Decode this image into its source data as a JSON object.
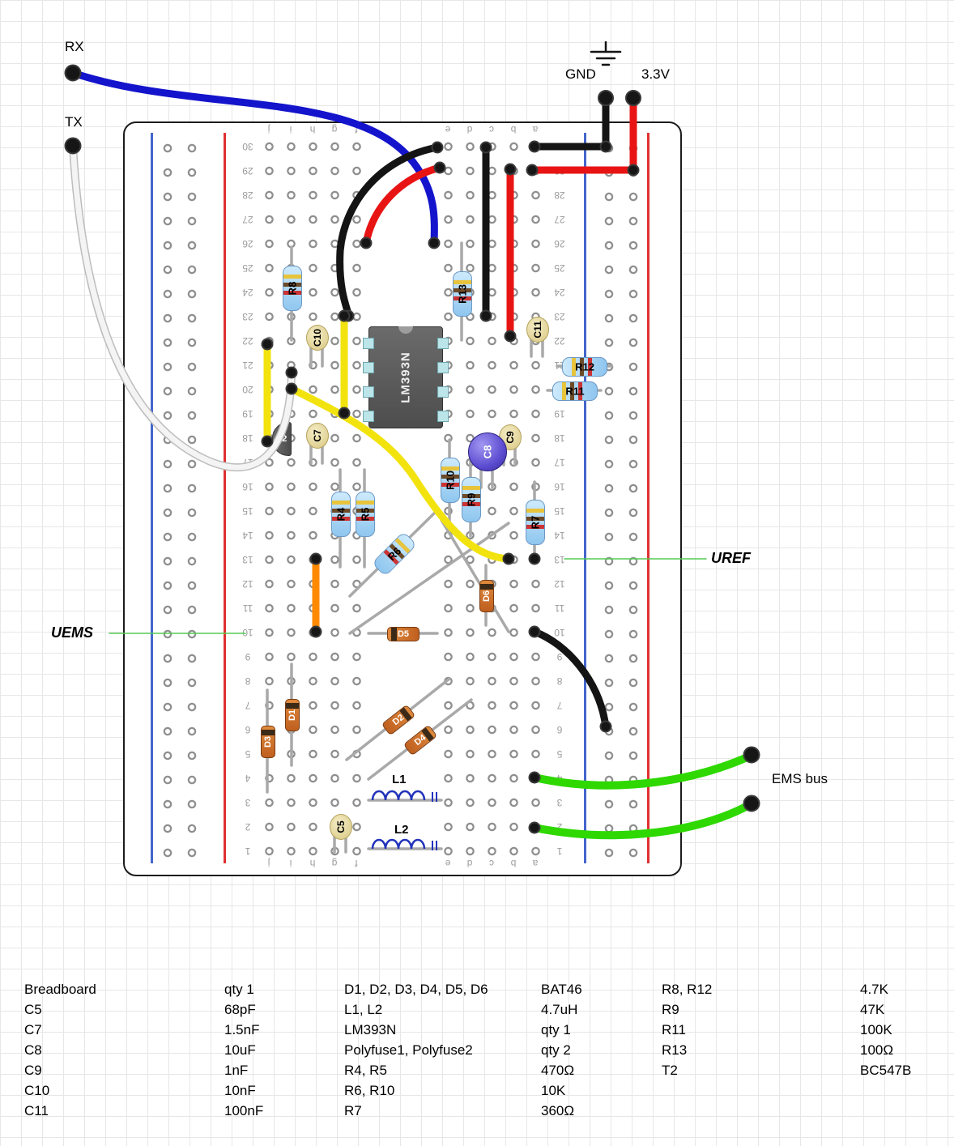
{
  "annotations": {
    "rx": "RX",
    "tx": "TX",
    "gnd": "GND",
    "v33": "3.3V",
    "uref": "UREF",
    "uems": "UEMS",
    "ems_bus": "EMS bus"
  },
  "breadboard": {
    "row_numbers": [
      "30",
      "29",
      "28",
      "27",
      "26",
      "25",
      "24",
      "23",
      "22",
      "21",
      "20",
      "19",
      "18",
      "17",
      "16",
      "15",
      "14",
      "13",
      "12",
      "11",
      "10",
      "9",
      "8",
      "7",
      "6",
      "5",
      "4",
      "3",
      "2",
      "1"
    ],
    "columns_left": [
      "j",
      "i",
      "h",
      "g",
      "f"
    ],
    "columns_right": [
      "e",
      "d",
      "c",
      "b",
      "a"
    ]
  },
  "components": {
    "ic": "LM393N",
    "t2": "T2",
    "r4": "R4",
    "r5": "R5",
    "r6": "R6",
    "r7": "R7",
    "r8": "R8",
    "r9": "R9",
    "r10": "R10",
    "r11": "R11",
    "r12": "R12",
    "r13": "R13",
    "c5": "C5",
    "c7": "C7",
    "c8": "C8",
    "c9": "C9",
    "c10": "C10",
    "c11": "C11",
    "d1": "D1",
    "d2": "D2",
    "d3": "D3",
    "d4": "D4",
    "d5": "D5",
    "d6": "D6",
    "l1": "L1",
    "l2": "L2"
  },
  "colors": {
    "wire_blue": "#1414cc",
    "wire_red": "#e81414",
    "wire_black": "#141414",
    "wire_white": "#f2f2f2",
    "wire_yellow": "#f2e30e",
    "wire_orange": "#ff8a00",
    "wire_green": "#2ed800",
    "annotation_green": "#55cc55",
    "rail_red": "#e03030",
    "rail_blue": "#4466cc"
  },
  "bom": {
    "rows": [
      {
        "c1": "Breadboard",
        "c2": "qty 1",
        "c3": "D1, D2, D3, D4, D5, D6",
        "c4": "BAT46",
        "c5": "R8, R12",
        "c6": "4.7K"
      },
      {
        "c1": "C5",
        "c2": "68pF",
        "c3": "L1, L2",
        "c4": "4.7uH",
        "c5": "R9",
        "c6": "47K"
      },
      {
        "c1": "C7",
        "c2": "1.5nF",
        "c3": "LM393N",
        "c4": "qty 1",
        "c5": "R11",
        "c6": "100K"
      },
      {
        "c1": "C8",
        "c2": "10uF",
        "c3": "Polyfuse1, Polyfuse2",
        "c4": "qty 2",
        "c5": "R13",
        "c6": "100Ω"
      },
      {
        "c1": "C9",
        "c2": "1nF",
        "c3": "R4, R5",
        "c4": "470Ω",
        "c5": "T2",
        "c6": "BC547B"
      },
      {
        "c1": "C10",
        "c2": "10nF",
        "c3": "R6, R10",
        "c4": "10K",
        "c5": "",
        "c6": ""
      },
      {
        "c1": "C11",
        "c2": "100nF",
        "c3": "R7",
        "c4": "360Ω",
        "c5": "",
        "c6": ""
      }
    ]
  }
}
